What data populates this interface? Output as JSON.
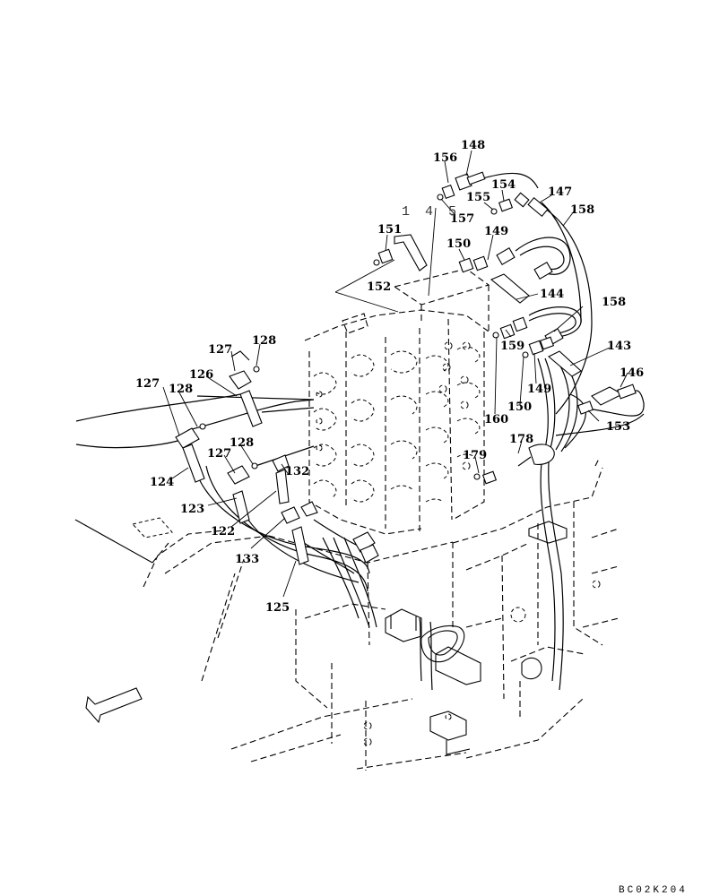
{
  "drawing_code": "BC02K204",
  "direction_arrow": {
    "icon": "front-direction-arrow-icon"
  },
  "callouts": [
    {
      "id": "c148",
      "label": "148"
    },
    {
      "id": "c156",
      "label": "156"
    },
    {
      "id": "c154",
      "label": "154"
    },
    {
      "id": "c155",
      "label": "155"
    },
    {
      "id": "c147",
      "label": "147"
    },
    {
      "id": "c157",
      "label": "157"
    },
    {
      "id": "c158a",
      "label": "158"
    },
    {
      "id": "c151",
      "label": "151"
    },
    {
      "id": "c150a",
      "label": "150"
    },
    {
      "id": "c149a",
      "label": "149"
    },
    {
      "id": "c152",
      "label": "152"
    },
    {
      "id": "c144",
      "label": "144"
    },
    {
      "id": "c158b",
      "label": "158"
    },
    {
      "id": "c159",
      "label": "159"
    },
    {
      "id": "c143",
      "label": "143"
    },
    {
      "id": "c146",
      "label": "146"
    },
    {
      "id": "c149b",
      "label": "149"
    },
    {
      "id": "c150b",
      "label": "150"
    },
    {
      "id": "c160",
      "label": "160"
    },
    {
      "id": "c153",
      "label": "153"
    },
    {
      "id": "c127a",
      "label": "127"
    },
    {
      "id": "c128a",
      "label": "128"
    },
    {
      "id": "c126",
      "label": "126"
    },
    {
      "id": "c127b",
      "label": "127"
    },
    {
      "id": "c128b",
      "label": "128"
    },
    {
      "id": "c128c",
      "label": "128"
    },
    {
      "id": "c127c",
      "label": "127"
    },
    {
      "id": "c124",
      "label": "124"
    },
    {
      "id": "c132",
      "label": "132"
    },
    {
      "id": "c123",
      "label": "123"
    },
    {
      "id": "c122",
      "label": "122"
    },
    {
      "id": "c133",
      "label": "133"
    },
    {
      "id": "c125",
      "label": "125"
    },
    {
      "id": "c178",
      "label": "178"
    },
    {
      "id": "c179",
      "label": "179"
    }
  ],
  "center_label": "1 4 5"
}
